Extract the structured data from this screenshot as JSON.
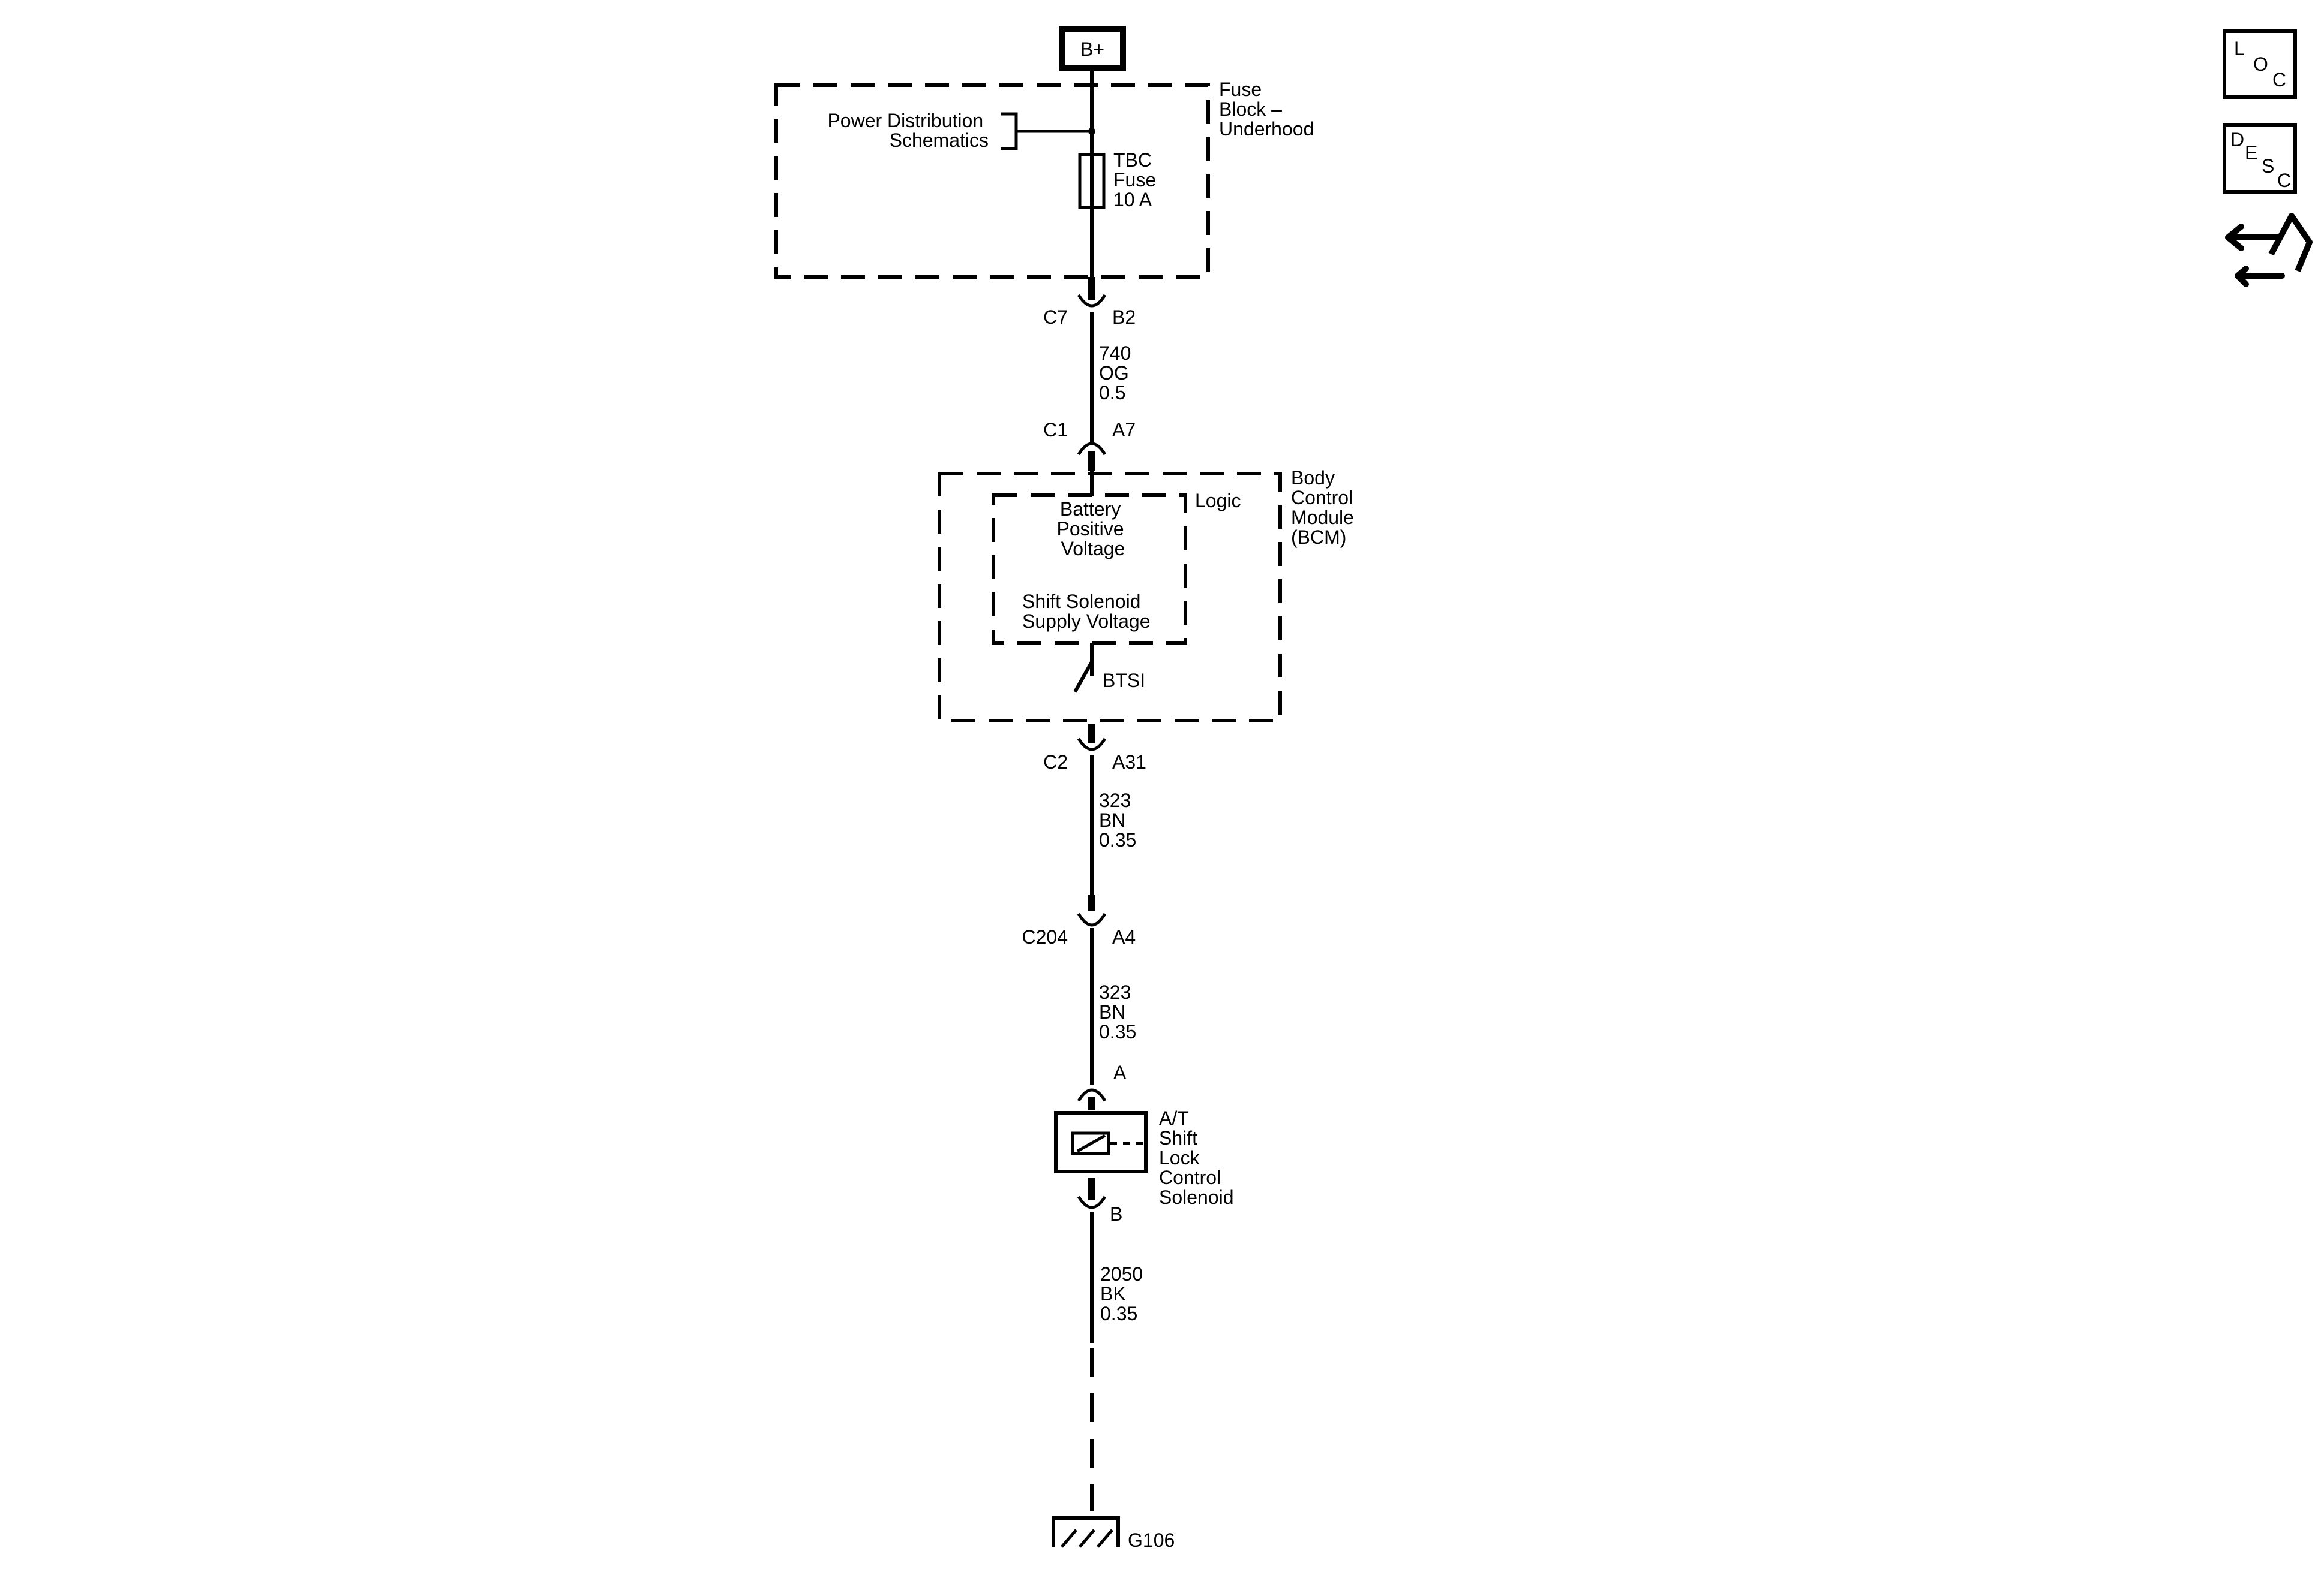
{
  "power": {
    "label": "B+"
  },
  "fuse_block": {
    "title": [
      "Fuse",
      "Block –",
      "Underhood"
    ],
    "pds_link": [
      "Power Distribution",
      "Schematics"
    ],
    "fuse": [
      "TBC",
      "Fuse",
      "10 A"
    ]
  },
  "connectors": {
    "fb_out": {
      "connector": "C7",
      "pin": "B2"
    },
    "bcm_in": {
      "connector": "C1",
      "pin": "A7"
    },
    "bcm_out": {
      "connector": "C2",
      "pin": "A31"
    },
    "inline": {
      "connector": "C204",
      "pin": "A4"
    },
    "sol_in": {
      "pin": "A"
    },
    "sol_out": {
      "pin": "B"
    }
  },
  "wires": {
    "w1": [
      "740",
      "OG",
      "0.5"
    ],
    "w2": [
      "323",
      "BN",
      "0.35"
    ],
    "w3": [
      "323",
      "BN",
      "0.35"
    ],
    "w4": [
      "2050",
      "BK",
      "0.35"
    ]
  },
  "bcm": {
    "title": [
      "Body",
      "Control",
      "Module",
      "(BCM)"
    ],
    "logic_label": "Logic",
    "input_label": [
      "Battery",
      "Positive",
      "Voltage"
    ],
    "output_label": [
      "Shift Solenoid",
      "Supply Voltage"
    ],
    "switch_label": "BTSI"
  },
  "solenoid": {
    "label": [
      "A/T",
      "Shift",
      "Lock",
      "Control",
      "Solenoid"
    ]
  },
  "ground": {
    "label": "G106"
  },
  "side_icons": {
    "loc": {
      "letters": [
        "L",
        "O",
        "C"
      ],
      "icon": "location-icon"
    },
    "desc": {
      "letters": [
        "D",
        "E",
        "S",
        "C"
      ],
      "icon": "description-icon"
    },
    "repair": {
      "icon": "repair-info-icon"
    }
  }
}
